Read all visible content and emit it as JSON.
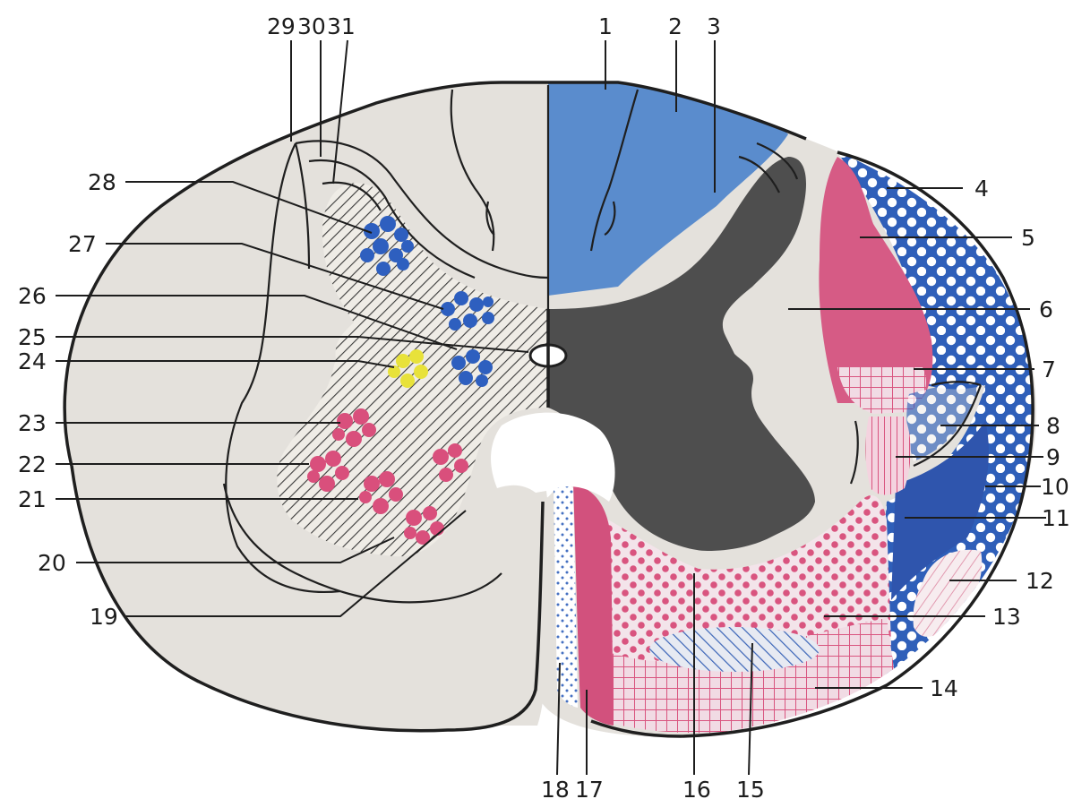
{
  "figure": {
    "labels": {
      "l1": "1",
      "l2": "2",
      "l3": "3",
      "l4": "4",
      "l5": "5",
      "l6": "6",
      "l7": "7",
      "l8": "8",
      "l9": "9",
      "l10": "10",
      "l11": "11",
      "l12": "12",
      "l13": "13",
      "l14": "14",
      "l15": "15",
      "l16": "16",
      "l17": "17",
      "l18": "18",
      "l19": "19",
      "l20": "20",
      "l21": "21",
      "l22": "22",
      "l23": "23",
      "l24": "24",
      "l25": "25",
      "l26": "26",
      "l27": "27",
      "l28": "28",
      "l29": "29",
      "l30": "30",
      "l31": "31"
    }
  },
  "colors": {
    "background_paper": "#ffffff",
    "white_matter": "#e4e1dc",
    "gray_matter_dark": "#4a4a4a",
    "hatched_gray": "#6b6b6b",
    "blue_tract": "#4f84c9",
    "pink_tract": "#d2517d",
    "pink_light": "#e6a8bd",
    "yellow_nucleus": "#e8e23a",
    "blue_nucleus": "#2e5fbf",
    "pink_nucleus": "#d94f7c"
  }
}
